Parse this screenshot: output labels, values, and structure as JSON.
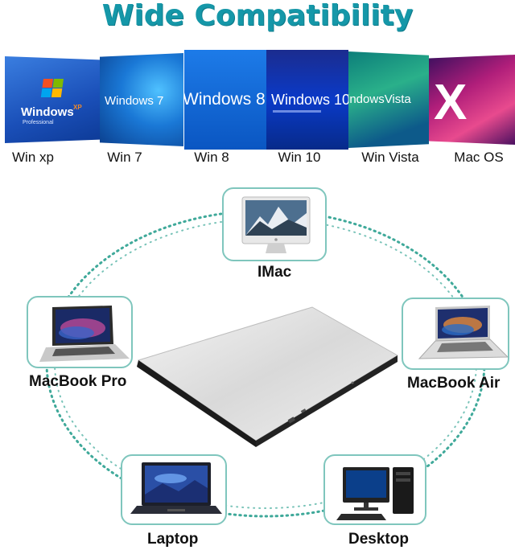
{
  "title": "Wide Compatibility",
  "os": [
    {
      "label": "Win xp",
      "logo": "Windows",
      "badge": "XP",
      "sub": "Professional"
    },
    {
      "label": "Win 7",
      "logo": "Windows 7"
    },
    {
      "label": "Win 8",
      "logo": "Windows 8"
    },
    {
      "label": "Win 10",
      "logo": "Windows 10"
    },
    {
      "label": "Win Vista",
      "logo": "indowsVista"
    },
    {
      "label": "Mac OS",
      "logo": "X"
    }
  ],
  "devices": {
    "imac": "IMac",
    "macbook_pro": "MacBook  Pro",
    "macbook_air": "MacBook  Air",
    "laptop": "Laptop",
    "desktop": "Desktop"
  },
  "colors": {
    "title": "#1597a8",
    "card_border": "#7fc6bd",
    "ring_dots": "#3fa99a"
  }
}
